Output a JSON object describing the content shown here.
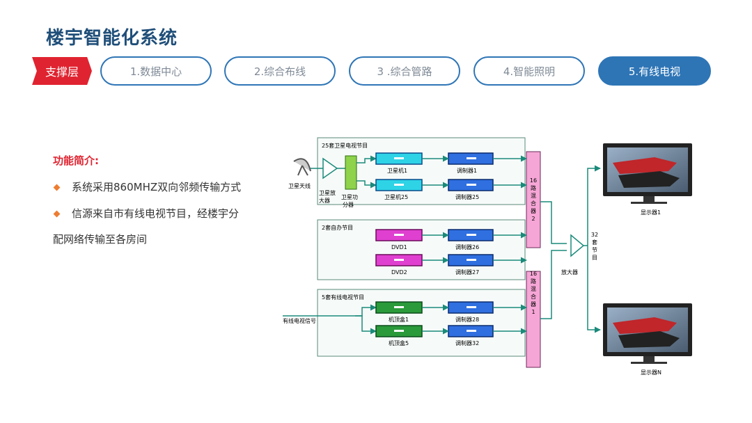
{
  "title": "楼宇智能化系统",
  "tag": "支撑层",
  "tabs": [
    {
      "label": "1.数据中心",
      "active": false
    },
    {
      "label": "2.综合布线",
      "active": false
    },
    {
      "label": "3 .综合管路",
      "active": false
    },
    {
      "label": "4.智能照明",
      "active": false
    },
    {
      "label": "5.有线电视",
      "active": true
    }
  ],
  "features": {
    "heading": "功能简介:",
    "bullets": [
      "系统采用860MHZ双向邻频传输方式",
      "信源来自市有线电视节目，经楼宇分"
    ],
    "continuation": "配网络传输至各房间"
  },
  "diagram": {
    "group1": "25套卫星电视节目",
    "group2": "2套自办节目",
    "group3": "5套有线电视节目",
    "antenna": "卫星天线",
    "amp1": "卫星放\n大器",
    "splitter": "卫星功\n分器",
    "rx1": "卫星机1",
    "rx25": "卫星机25",
    "mod1": "调制器1",
    "mod25": "调制器25",
    "mixer2": "16\n路\n混\n合\n器\n2",
    "mixer1": "16\n路\n混\n合\n器\n1",
    "dvd1": "DVD1",
    "dvd2": "DVD2",
    "mod26": "调制器26",
    "mod27": "调制器27",
    "cable_in": "有线电视信号",
    "stb1": "机顶盒1",
    "stb5": "机顶盒5",
    "mod28": "调制器28",
    "mod32": "调制器32",
    "amp2": "放大器",
    "out32": "32\n套\n节\n目",
    "display1": "显示器1",
    "displayN": "显示器N"
  },
  "colors": {
    "accent": "#2e75b6",
    "tag": "#e02330",
    "title": "#1f4e79",
    "bullet": "#ed7d31"
  }
}
